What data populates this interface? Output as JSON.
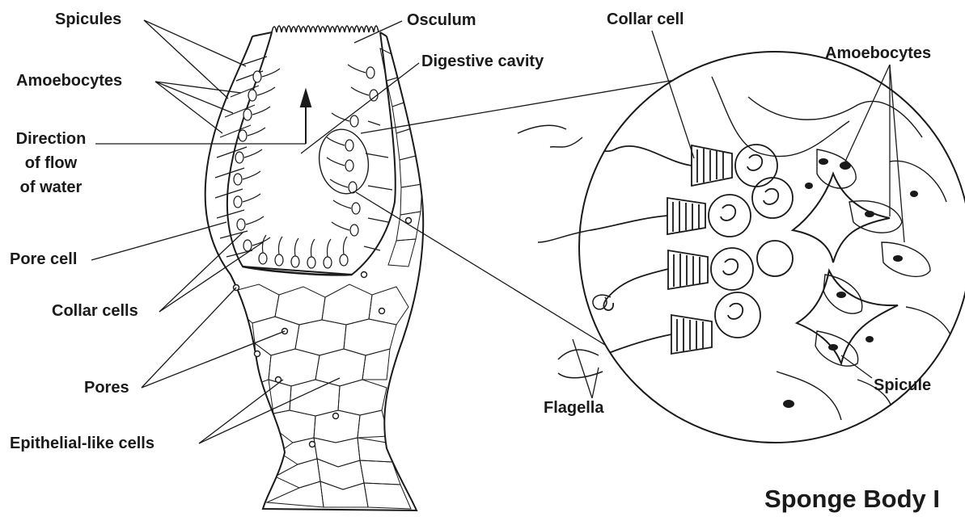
{
  "title": "Sponge Body I",
  "labels": {
    "spicules": "Spicules",
    "osculum": "Osculum",
    "collar_cell": "Collar cell",
    "digestive_cavity": "Digestive cavity",
    "amoebocytes_left": "Amoebocytes",
    "amoebocytes_right": "Amoebocytes",
    "direction_line1": "Direction",
    "direction_line2": "of flow",
    "direction_line3": "of water",
    "pore_cell": "Pore cell",
    "collar_cells": "Collar cells",
    "pores": "Pores",
    "epithelial_cells": "Epithelial-like cells",
    "flagella": "Flagella",
    "spicule": "Spicule"
  },
  "colors": {
    "ink": "#1a1a1a",
    "background": "#ffffff"
  }
}
